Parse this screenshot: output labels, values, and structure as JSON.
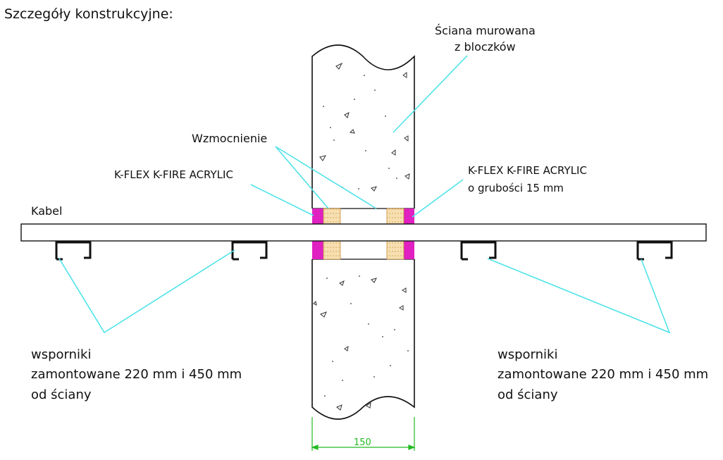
{
  "title": "Szczegóły konstrukcyjne:",
  "labels": {
    "wall_line1": "Ściana murowana",
    "wall_line2": "z bloczków",
    "reinforcement": "Wzmocnienie",
    "kflex_left": "K-FLEX K-FIRE ACRYLIC",
    "kflex_right_line1": "K-FLEX K-FIRE ACRYLIC",
    "kflex_right_line2": "o grubości 15 mm",
    "cable": "Kabel",
    "brackets_left_line1": "wsporniki",
    "brackets_left_line2": "zamontowane 220 mm i 450 mm",
    "brackets_left_line3": "od ściany",
    "brackets_right_line1": "wsporniki",
    "brackets_right_line2": "zamontowane 220 mm i 450 mm",
    "brackets_right_line3": "od ściany",
    "dimension": "150"
  },
  "colors": {
    "leader_line": "#4fe3ea",
    "sealant": "#e020c0",
    "reinforcement_fill": "#f6dfb0",
    "dimension": "#22bb22",
    "outline": "#111111"
  }
}
